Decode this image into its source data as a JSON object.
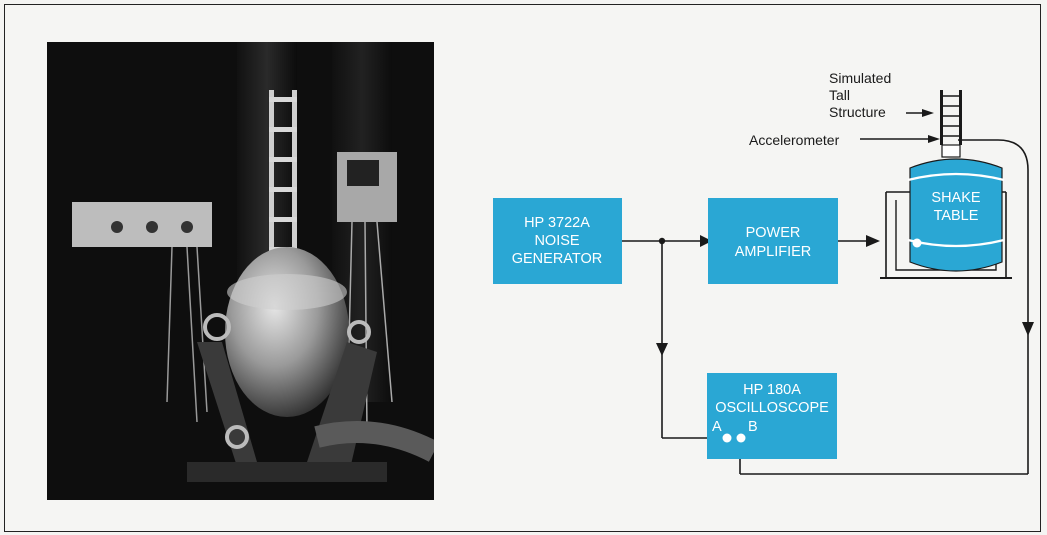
{
  "colors": {
    "box_fill": "#2aa7d4",
    "line": "#1a1a1a",
    "photo_bg": "#0d0d0d"
  },
  "photo": {
    "alt": ""
  },
  "blocks": {
    "noise_generator": {
      "lines": [
        "HP 3722A",
        "NOISE",
        "GENERATOR"
      ]
    },
    "power_amplifier": {
      "lines": [
        "POWER",
        "AMPLIFIER"
      ]
    },
    "oscilloscope": {
      "lines": [
        "HP 180A",
        "OSCILLOSCOPE"
      ],
      "port_a": "A",
      "port_b": "B"
    },
    "shake_table": {
      "lines": [
        "SHAKE",
        "TABLE"
      ]
    }
  },
  "labels": {
    "structure": [
      "Simulated",
      "Tall",
      "Structure"
    ],
    "accelerometer": "Accelerometer"
  }
}
